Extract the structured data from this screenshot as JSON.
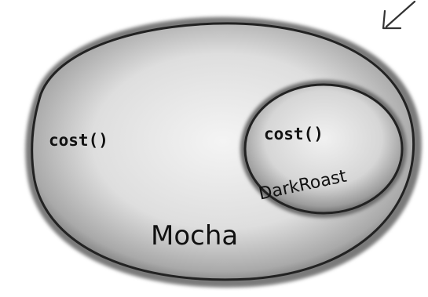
{
  "diagram": {
    "outer": {
      "label": "Mocha",
      "method": "cost()"
    },
    "inner": {
      "label": "DarkRoast",
      "method": "cost()"
    },
    "pointer_icon": "arrow-down-left-icon"
  }
}
